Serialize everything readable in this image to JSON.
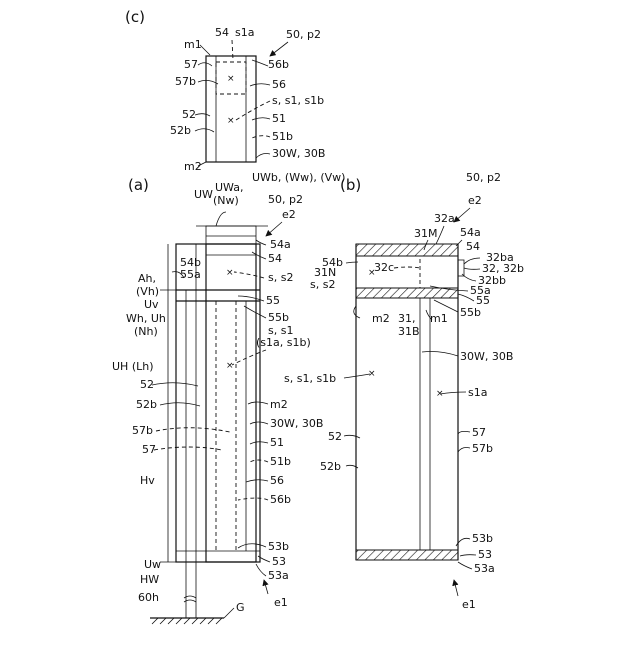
{
  "panels": {
    "c": {
      "title": "(c)",
      "ref": "50, p2",
      "labels": {
        "m1": "m1",
        "s54": "54",
        "s1a": "s1a",
        "l57": "57",
        "l57b": "57b",
        "l56b": "56b",
        "l56": "56",
        "l52": "52",
        "l52b": "52b",
        "ss1s1b": "s, s1, s1b",
        "l51": "51",
        "l51b": "51b",
        "l30": "30W, 30B",
        "m2": "m2"
      }
    },
    "a": {
      "title": "(a)",
      "ref": "50, p2",
      "e2": "e2",
      "e1": "e1",
      "labels": {
        "UW": "UW",
        "UWa": "UWa,",
        "Nw": "(Nw)",
        "UWb": "UWb, (Ww), (Vw)",
        "l54a": "54a",
        "l54b": "54b",
        "l54": "54",
        "l55a": "55a",
        "ss2": "s, s2",
        "Ah": "Ah,",
        "Vh": "(Vh)",
        "Uv": "Uv",
        "l55": "55",
        "Wh": "Wh, Uh",
        "Nh": "(Nh)",
        "l55b": "55b",
        "ss1": "s, s1",
        "s1ab": "(s1a, s1b)",
        "UH": "UH (Lh)",
        "l52": "52",
        "l52b": "52b",
        "m2": "m2",
        "l57b": "57b",
        "l30": "30W, 30B",
        "l57": "57",
        "l51": "51",
        "l51b": "51b",
        "Hv": "Hv",
        "l56": "56",
        "l56b": "56b",
        "l53b": "53b",
        "Uw": "Uw",
        "l53": "53",
        "HW": "HW",
        "l53a": "53a",
        "h60": "60h",
        "G": "G"
      }
    },
    "b": {
      "title": "(b)",
      "ref": "50, p2",
      "e2": "e2",
      "e1": "e1",
      "labels": {
        "l32a": "32a",
        "l31M": "31M",
        "l54a": "54a",
        "l54": "54",
        "l32ba": "32ba",
        "l54b": "54b",
        "l32c": "32c",
        "l31N": "31N",
        "l3232b": "32, 32b",
        "ss2": "s, s2",
        "l32bb": "32bb",
        "l55a": "55a",
        "l55": "55",
        "m2": "m2",
        "m1": "m1",
        "l55b": "55b",
        "l31": "31,",
        "l31B": "31B",
        "l30": "30W, 30B",
        "ss1s1b": "s, s1, s1b",
        "s1a": "s1a",
        "l52": "52",
        "l57": "57",
        "l52b": "52b",
        "l57b": "57b",
        "l53b": "53b",
        "l53": "53",
        "l53a": "53a"
      }
    }
  }
}
